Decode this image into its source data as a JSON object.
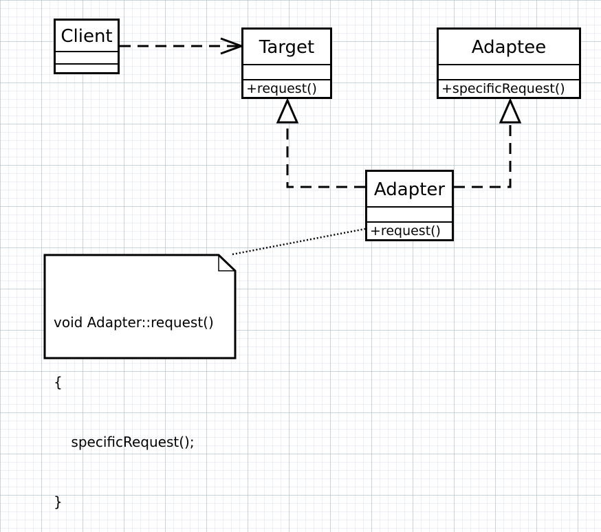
{
  "diagram": {
    "classes": {
      "client": {
        "name": "Client",
        "attributes": [],
        "operations": []
      },
      "target": {
        "name": "Target",
        "attributes": [],
        "operations": [
          "+request()"
        ]
      },
      "adaptee": {
        "name": "Adaptee",
        "attributes": [],
        "operations": [
          "+specificRequest()"
        ]
      },
      "adapter": {
        "name": "Adapter",
        "attributes": [],
        "operations": [
          "+request()"
        ]
      }
    },
    "relations": [
      {
        "from": "Client",
        "to": "Target",
        "kind": "dependency"
      },
      {
        "from": "Adapter",
        "to": "Target",
        "kind": "realization"
      },
      {
        "from": "Adapter",
        "to": "Adaptee",
        "kind": "realization"
      },
      {
        "from": "note",
        "to": "Adapter",
        "kind": "note-anchor"
      }
    ],
    "note": {
      "lines": [
        "void Adapter::request()",
        "{",
        "    specificRequest();",
        "}"
      ]
    }
  },
  "colors": {
    "line": "#000000",
    "background": "#ffffff",
    "grid": "#afb9c8"
  }
}
